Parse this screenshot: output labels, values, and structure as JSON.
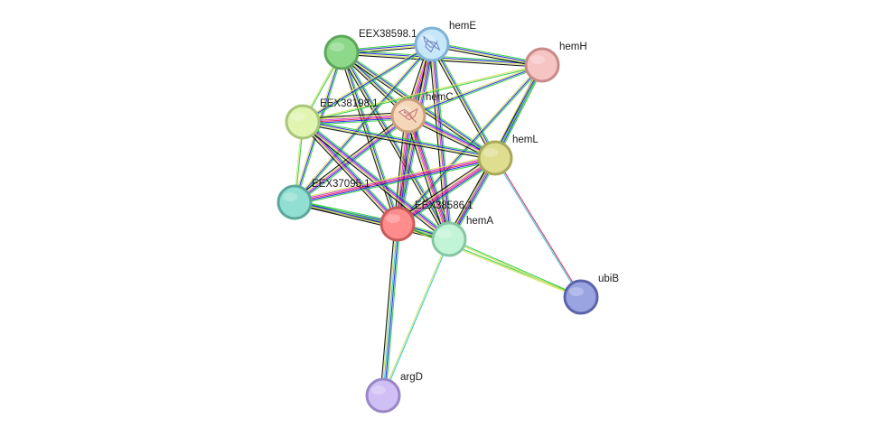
{
  "network": {
    "nodes": [
      {
        "id": "EEX38598.1",
        "label": "EEX38598.1",
        "color": "#8cd98a",
        "stroke": "#5ea65c",
        "icon": ""
      },
      {
        "id": "hemE",
        "label": "hemE",
        "color": "#c6e6fa",
        "stroke": "#7fb2d6",
        "icon": "protein-structure-icon"
      },
      {
        "id": "hemH",
        "label": "hemH",
        "color": "#f7c4c4",
        "stroke": "#c98a8a",
        "icon": ""
      },
      {
        "id": "hemC",
        "label": "hemC",
        "color": "#f5d6b8",
        "stroke": "#c9a07a",
        "icon": "protein-structure-icon"
      },
      {
        "id": "EEX38198.1",
        "label": "EEX38198.1",
        "color": "#dff5b0",
        "stroke": "#a9c67a",
        "icon": ""
      },
      {
        "id": "hemL",
        "label": "hemL",
        "color": "#dedd90",
        "stroke": "#a8a85a",
        "icon": ""
      },
      {
        "id": "EEX37095.1",
        "label": "EEX37095.1",
        "color": "#90dfd2",
        "stroke": "#5aa89b",
        "icon": ""
      },
      {
        "id": "EEX38586.1",
        "label": "EEX38586.1",
        "color": "#ff8c8c",
        "stroke": "#c95a5a",
        "icon": ""
      },
      {
        "id": "hemA",
        "label": "hemA",
        "color": "#c2f5d8",
        "stroke": "#86c6a3",
        "icon": ""
      },
      {
        "id": "ubiB",
        "label": "ubiB",
        "color": "#9aa4e0",
        "stroke": "#5a64a8",
        "icon": ""
      },
      {
        "id": "argD",
        "label": "argD",
        "color": "#d0bff5",
        "stroke": "#9a86c6",
        "icon": ""
      }
    ],
    "edge_colors": [
      "#2ecc40",
      "#1e1ee6",
      "#d4e157",
      "#000000",
      "#e6194b",
      "#d633d6",
      "#26c6da"
    ],
    "edges": [
      {
        "source": "EEX38598.1",
        "target": "hemE",
        "colors": [
          0,
          1,
          2,
          3
        ]
      },
      {
        "source": "EEX38598.1",
        "target": "hemH",
        "colors": [
          0,
          1,
          2,
          3
        ]
      },
      {
        "source": "EEX38598.1",
        "target": "hemC",
        "colors": [
          0,
          1,
          2,
          3
        ]
      },
      {
        "source": "EEX38598.1",
        "target": "EEX38198.1",
        "colors": [
          0,
          2
        ]
      },
      {
        "source": "EEX38598.1",
        "target": "hemL",
        "colors": [
          0,
          1,
          2,
          3
        ]
      },
      {
        "source": "EEX38598.1",
        "target": "EEX37095.1",
        "colors": [
          0,
          1,
          2
        ]
      },
      {
        "source": "EEX38598.1",
        "target": "EEX38586.1",
        "colors": [
          0,
          1,
          2,
          3
        ]
      },
      {
        "source": "EEX38598.1",
        "target": "hemA",
        "colors": [
          0,
          1,
          2,
          3
        ]
      },
      {
        "source": "hemE",
        "target": "hemH",
        "colors": [
          0,
          1,
          2,
          3
        ]
      },
      {
        "source": "hemE",
        "target": "hemC",
        "colors": [
          0,
          1,
          4,
          5,
          2,
          3
        ]
      },
      {
        "source": "hemE",
        "target": "EEX38198.1",
        "colors": [
          0,
          1,
          2
        ]
      },
      {
        "source": "hemE",
        "target": "hemL",
        "colors": [
          0,
          1,
          2,
          3
        ]
      },
      {
        "source": "hemE",
        "target": "EEX37095.1",
        "colors": [
          0,
          1,
          2
        ]
      },
      {
        "source": "hemE",
        "target": "EEX38586.1",
        "colors": [
          0,
          1,
          5,
          2,
          3
        ]
      },
      {
        "source": "hemE",
        "target": "hemA",
        "colors": [
          0,
          1,
          5,
          2,
          3
        ]
      },
      {
        "source": "hemH",
        "target": "hemC",
        "colors": [
          0,
          1,
          2
        ]
      },
      {
        "source": "hemH",
        "target": "EEX38198.1",
        "colors": [
          0,
          2
        ]
      },
      {
        "source": "hemH",
        "target": "hemL",
        "colors": [
          0,
          1,
          2,
          3
        ]
      },
      {
        "source": "hemH",
        "target": "EEX38586.1",
        "colors": [
          0,
          1,
          2
        ]
      },
      {
        "source": "hemH",
        "target": "hemA",
        "colors": [
          0,
          1,
          2
        ]
      },
      {
        "source": "hemC",
        "target": "EEX38198.1",
        "colors": [
          0,
          1,
          4,
          5,
          2,
          3
        ]
      },
      {
        "source": "hemC",
        "target": "hemL",
        "colors": [
          0,
          1,
          5,
          2,
          3
        ]
      },
      {
        "source": "hemC",
        "target": "EEX37095.1",
        "colors": [
          0,
          1,
          5,
          2,
          3
        ]
      },
      {
        "source": "hemC",
        "target": "EEX38586.1",
        "colors": [
          0,
          1,
          4,
          5,
          2,
          3
        ]
      },
      {
        "source": "hemC",
        "target": "hemA",
        "colors": [
          0,
          1,
          4,
          5,
          2,
          3
        ]
      },
      {
        "source": "EEX38198.1",
        "target": "hemL",
        "colors": [
          0,
          1,
          2,
          3
        ]
      },
      {
        "source": "EEX38198.1",
        "target": "EEX37095.1",
        "colors": [
          0,
          2
        ]
      },
      {
        "source": "EEX38198.1",
        "target": "EEX38586.1",
        "colors": [
          0,
          1,
          5,
          2,
          3
        ]
      },
      {
        "source": "EEX38198.1",
        "target": "hemA",
        "colors": [
          0,
          1,
          5,
          2,
          3
        ]
      },
      {
        "source": "hemL",
        "target": "EEX37095.1",
        "colors": [
          0,
          1,
          4,
          5,
          2
        ]
      },
      {
        "source": "hemL",
        "target": "EEX38586.1",
        "colors": [
          0,
          1,
          4,
          5,
          2,
          3
        ]
      },
      {
        "source": "hemL",
        "target": "hemA",
        "colors": [
          0,
          1,
          5,
          2,
          3
        ]
      },
      {
        "source": "hemL",
        "target": "ubiB",
        "colors": [
          4,
          6
        ]
      },
      {
        "source": "EEX37095.1",
        "target": "EEX38586.1",
        "colors": [
          0,
          1,
          2,
          3
        ]
      },
      {
        "source": "EEX37095.1",
        "target": "hemA",
        "colors": [
          0,
          1,
          2,
          3
        ]
      },
      {
        "source": "EEX38586.1",
        "target": "hemA",
        "colors": [
          0,
          1,
          2,
          3
        ]
      },
      {
        "source": "EEX38586.1",
        "target": "ubiB",
        "colors": [
          0,
          2
        ]
      },
      {
        "source": "EEX38586.1",
        "target": "argD",
        "colors": [
          0,
          1,
          6,
          2,
          3
        ]
      },
      {
        "source": "hemA",
        "target": "ubiB",
        "colors": [
          0,
          2
        ]
      },
      {
        "source": "hemA",
        "target": "argD",
        "colors": [
          6,
          2
        ]
      }
    ]
  }
}
